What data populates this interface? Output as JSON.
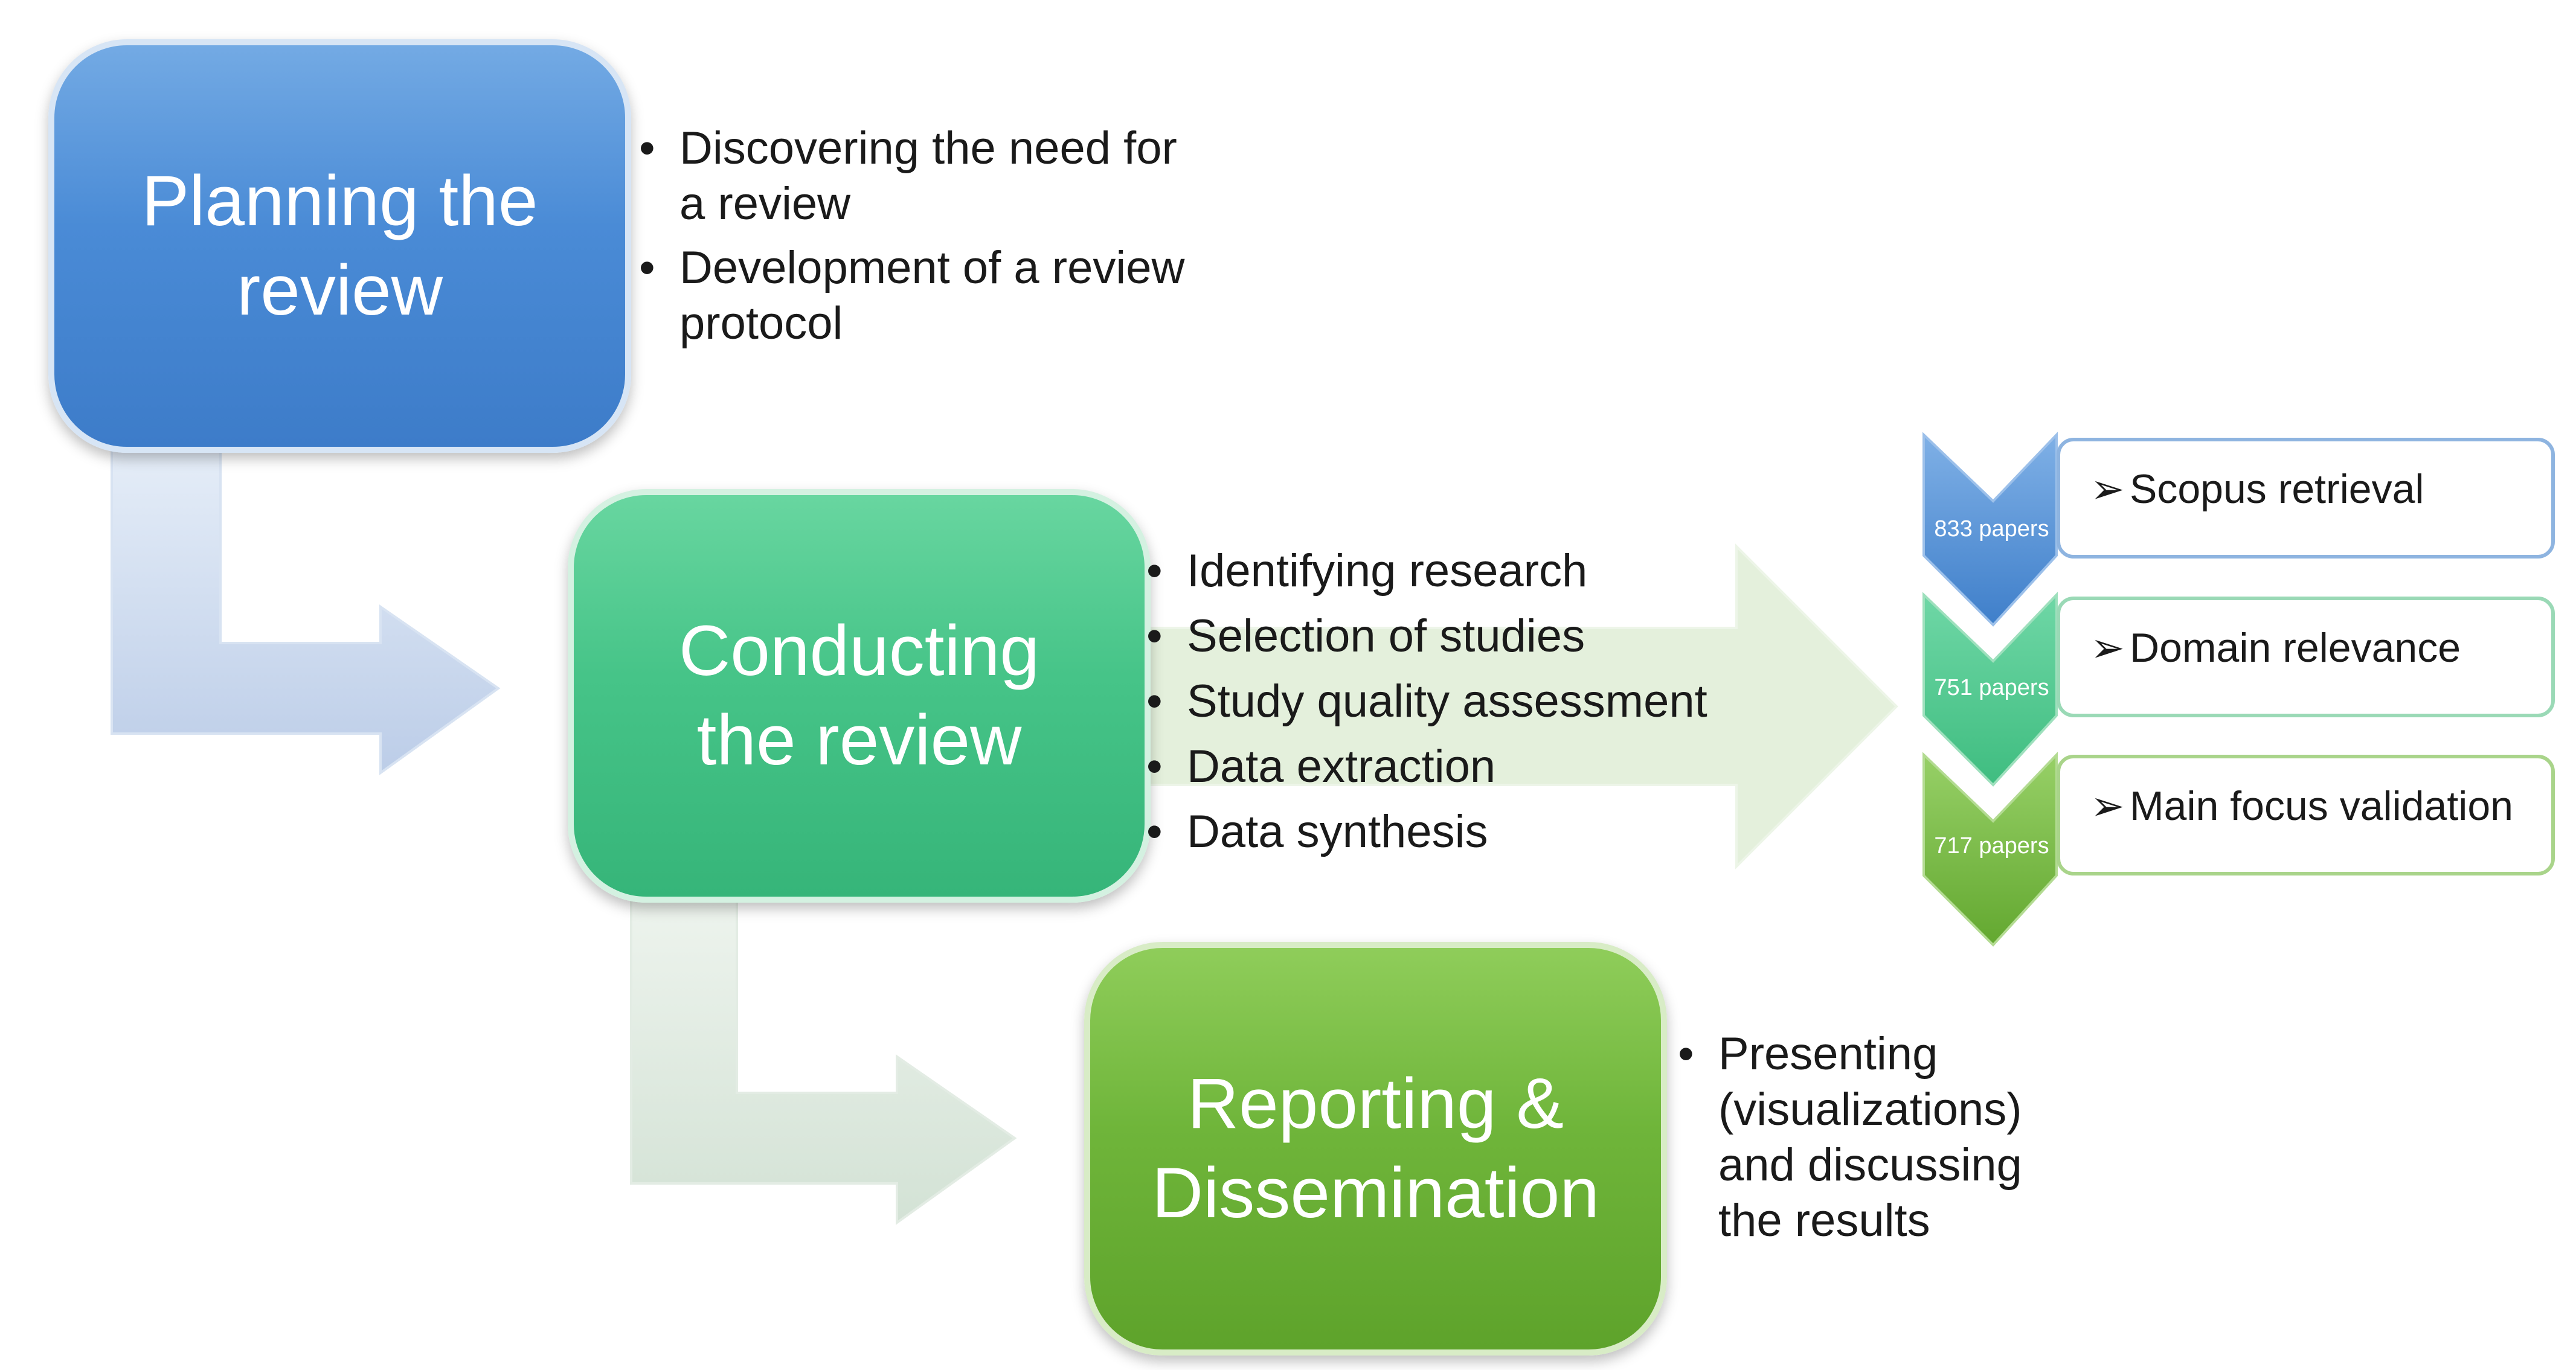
{
  "stages": [
    {
      "lines": [
        "Planning the",
        "review"
      ]
    },
    {
      "lines": [
        "Conducting",
        "the review"
      ]
    },
    {
      "lines": [
        "Reporting &",
        "Dissemination"
      ]
    }
  ],
  "planning_bullets": [
    {
      "lines": [
        "Discovering the need for",
        "a review"
      ]
    },
    {
      "lines": [
        "Development of a review",
        "protocol"
      ]
    }
  ],
  "conducting_bullets": [
    "Identifying research",
    "Selection of studies",
    "Study quality assessment",
    "Data extraction",
    "Data synthesis"
  ],
  "reporting_bullets": [
    {
      "lines": [
        "Presenting",
        "(visualizations)",
        "and discussing",
        "the results"
      ]
    }
  ],
  "filters": [
    {
      "count_label": "833 papers",
      "step": "Scopus retrieval"
    },
    {
      "count_label": "751 papers",
      "step": "Domain relevance"
    },
    {
      "count_label": "717 papers",
      "step": "Main focus validation"
    }
  ],
  "bullet_glyph": "•",
  "step_glyph": "➢",
  "colors": {
    "planning": "#4a8bd6",
    "conducting": "#46c488",
    "reporting": "#6fb53a",
    "arrow_blue": "#c9d8ee",
    "arrow_green": "#dbe8dc",
    "big_arrow": "#e4f0dc"
  }
}
